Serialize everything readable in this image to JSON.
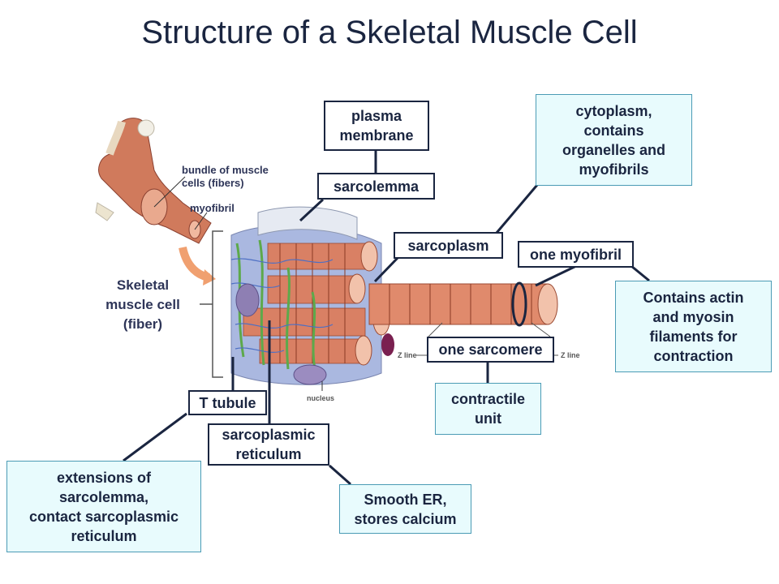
{
  "title": "Structure of a Skeletal Muscle Cell",
  "labels": {
    "bundle": "bundle of muscle\ncells (fibers)",
    "myofibril": "myofibril",
    "skeletal": "Skeletal\nmuscle cell\n(fiber)",
    "nucleus": "nucleus",
    "zline_left": "Z line",
    "zline_right": "Z line"
  },
  "boxes": {
    "plasma_membrane": "plasma\nmembrane",
    "sarcolemma": "sarcolemma",
    "cytoplasm": "cytoplasm,\ncontains\norganelles and\nmyofibrils",
    "sarcoplasm": "sarcoplasm",
    "one_myofibril": "one myofibril",
    "actin_myosin": "Contains actin\nand myosin\nfilaments for\ncontraction",
    "one_sarcomere": "one sarcomere",
    "contractile_unit": "contractile\nunit",
    "t_tubule": "T tubule",
    "sarcoplasmic_reticulum": "sarcoplasmic\nreticulum",
    "extensions": "extensions of\nsarcolemma,\ncontact sarcoplasmic\nreticulum",
    "smooth_er": "Smooth ER,\nstores calcium"
  },
  "colors": {
    "title": "#1a2540",
    "box_fill_light": "#e8fbfd",
    "box_border_light": "#4b9bb5",
    "muscle": "#c86a4a",
    "tubule": "#6b8fd6",
    "reticulum": "#7fc06a"
  }
}
